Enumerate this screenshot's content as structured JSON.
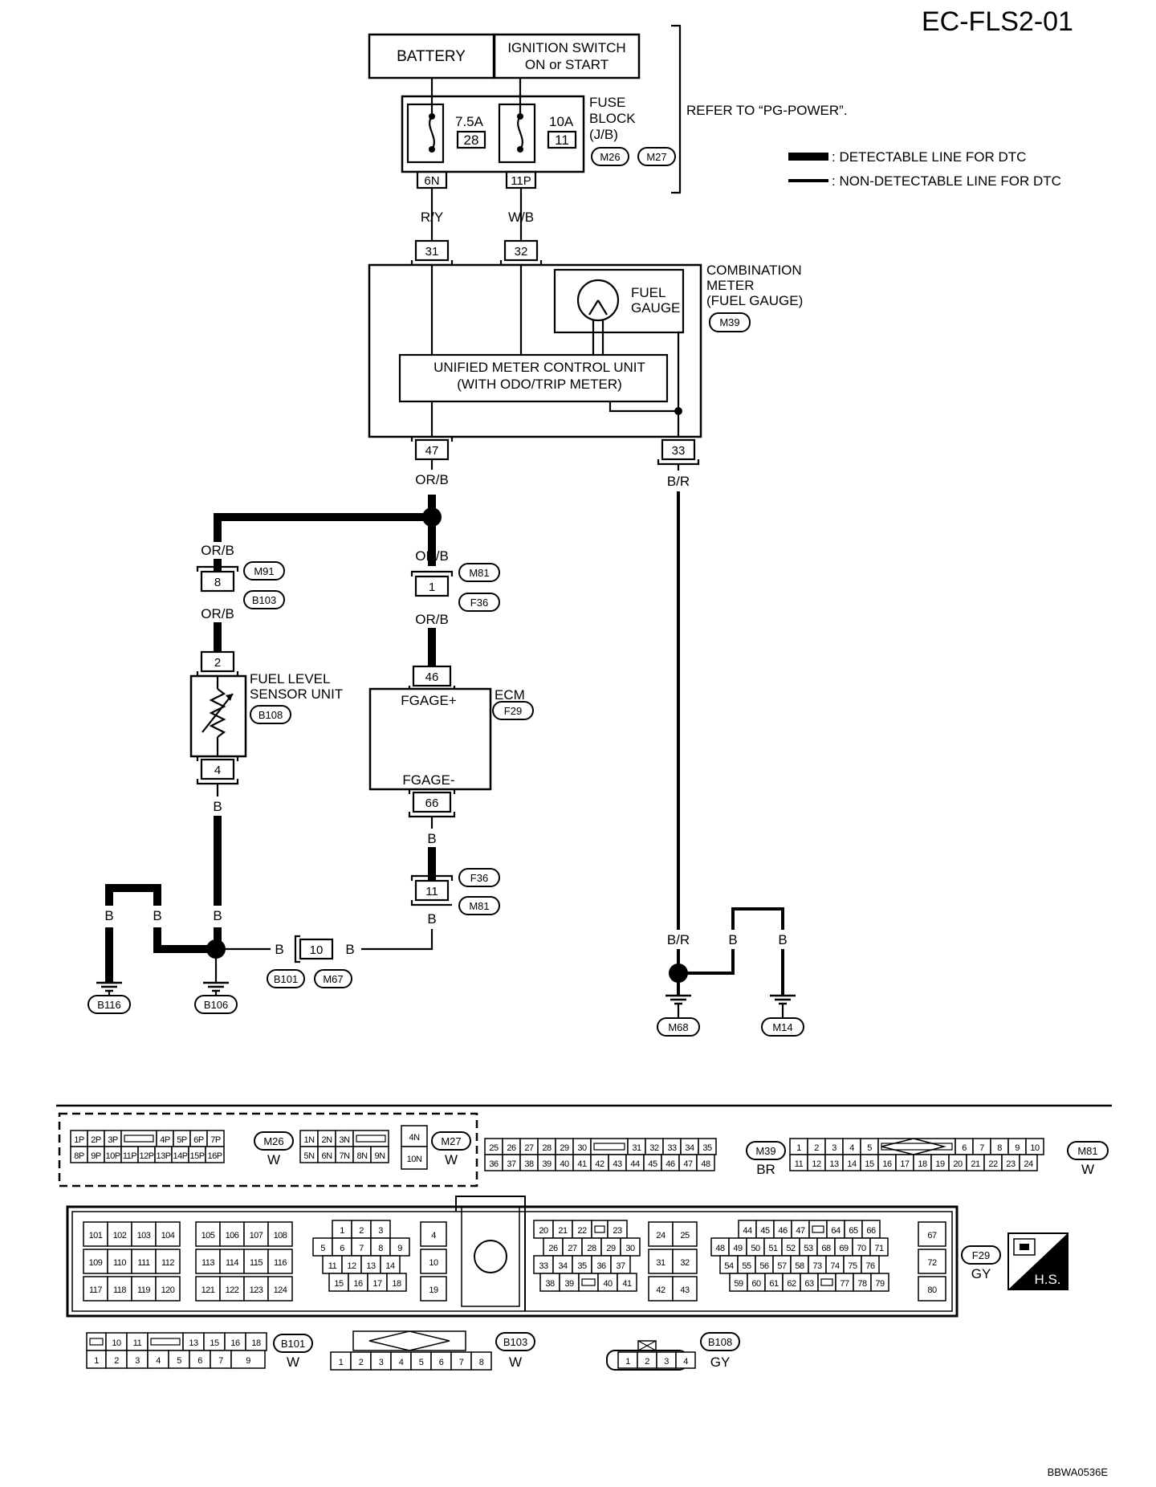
{
  "header": {
    "title": "EC-FLS2-01",
    "footer_code": "BBWA0536E"
  },
  "power": {
    "battery": "BATTERY",
    "ignition_line1": "IGNITION SWITCH",
    "ignition_line2": "ON or START",
    "fuse1_amp": "7.5A",
    "fuse1_no": "28",
    "fuse1_term": "6N",
    "fuse2_amp": "10A",
    "fuse2_no": "11",
    "fuse2_term": "11P",
    "fuse_block_line1": "FUSE",
    "fuse_block_line2": "BLOCK",
    "fuse_block_line3": "(J/B)",
    "fuse_conn1": "M26",
    "fuse_conn2": "M27",
    "refer": "REFER TO “PG-POWER”."
  },
  "legend": {
    "detectable": ": DETECTABLE LINE FOR DTC",
    "non_detectable": ": NON-DETECTABLE LINE FOR DTC"
  },
  "wires": {
    "ry": "R/Y",
    "wb": "W/B",
    "orb": "OR/B",
    "br": "B/R",
    "b": "B"
  },
  "meter": {
    "term31": "31",
    "term32": "32",
    "term47": "47",
    "term33": "33",
    "label_line1": "COMBINATION",
    "label_line2": "METER",
    "label_line3": "(FUEL GAUGE)",
    "connector": "M39",
    "gauge_line1": "FUEL",
    "gauge_line2": "GAUGE",
    "unit_line1": "UNIFIED METER CONTROL UNIT",
    "unit_line2": "(WITH ODO/TRIP METER)"
  },
  "joints": {
    "j8": "8",
    "j8_conn1": "M91",
    "j8_conn2": "B103",
    "j1": "1",
    "j1_conn1": "M81",
    "j1_conn2": "F36",
    "j11": "11",
    "j11_conn1": "F36",
    "j11_conn2": "M81",
    "j10": "10",
    "j10_conn1": "B101",
    "j10_conn2": "M67"
  },
  "sensor": {
    "term_top": "2",
    "term_bottom": "4",
    "line1": "FUEL LEVEL",
    "line2": "SENSOR UNIT",
    "connector": "B108"
  },
  "ecm": {
    "term_top": "46",
    "term_bottom": "66",
    "pin_top": "FGAGE+",
    "pin_bottom": "FGAGE-",
    "label": "ECM",
    "connector": "F29"
  },
  "grounds": {
    "g1": "B116",
    "g2": "B106",
    "g3": "M68",
    "g4": "M14"
  },
  "connectors": {
    "m26": {
      "id": "M26",
      "color": "W",
      "row1": [
        "1P",
        "2P",
        "3P",
        "",
        "4P",
        "5P",
        "6P",
        "7P"
      ],
      "row2": [
        "8P",
        "9P",
        "10P",
        "11P",
        "12P",
        "13P",
        "14P",
        "15P",
        "16P"
      ]
    },
    "m27": {
      "id": "M27",
      "color": "W",
      "row1": [
        "1N",
        "2N",
        "3N",
        ""
      ],
      "row2": [
        "5N",
        "6N",
        "7N",
        "8N",
        "9N"
      ],
      "side": [
        "4N",
        "10N"
      ]
    },
    "m39": {
      "id": "M39",
      "color": "BR",
      "row1": [
        "25",
        "26",
        "27",
        "28",
        "29",
        "30",
        "",
        "31",
        "32",
        "33",
        "34",
        "35"
      ],
      "row2": [
        "36",
        "37",
        "38",
        "39",
        "40",
        "41",
        "42",
        "43",
        "44",
        "45",
        "46",
        "47",
        "48"
      ]
    },
    "m81": {
      "id": "M81",
      "color": "W",
      "row1": [
        "1",
        "2",
        "3",
        "4",
        "5",
        "",
        "6",
        "7",
        "8",
        "9",
        "10"
      ],
      "row2": [
        "11",
        "12",
        "13",
        "14",
        "15",
        "16",
        "17",
        "18",
        "19",
        "20",
        "21",
        "22",
        "23",
        "24"
      ]
    },
    "f29": {
      "id": "F29",
      "color": "GY",
      "g1": [
        [
          "101",
          "102",
          "103",
          "104"
        ],
        [
          "109",
          "110",
          "111",
          "112"
        ],
        [
          "117",
          "118",
          "119",
          "120"
        ]
      ],
      "g2": [
        [
          "105",
          "106",
          "107",
          "108"
        ],
        [
          "113",
          "114",
          "115",
          "116"
        ],
        [
          "121",
          "122",
          "123",
          "124"
        ]
      ],
      "g3r1": [
        "1",
        "2",
        "3"
      ],
      "g3r2": [
        "5",
        "6",
        "7",
        "8",
        "9"
      ],
      "g3r3": [
        "11",
        "12",
        "13",
        "14"
      ],
      "g3r4": [
        "15",
        "16",
        "17",
        "18"
      ],
      "g4": [
        "4",
        "10",
        "19"
      ],
      "g5r1": [
        "20",
        "21",
        "22",
        "",
        "23"
      ],
      "g5r2": [
        "26",
        "27",
        "28",
        "29",
        "30"
      ],
      "g5r3": [
        "33",
        "34",
        "35",
        "36",
        "37"
      ],
      "g5r4": [
        "38",
        "39",
        "",
        "40",
        "41"
      ],
      "g6": [
        [
          "24",
          "25"
        ],
        [
          "31",
          "32"
        ],
        [
          "42",
          "43"
        ]
      ],
      "g7r1": [
        "44",
        "45",
        "46",
        "47",
        "",
        "64",
        "65",
        "66"
      ],
      "g7r2": [
        "48",
        "49",
        "50",
        "51",
        "52",
        "53",
        "68",
        "69",
        "70",
        "71"
      ],
      "g7r3": [
        "54",
        "55",
        "56",
        "57",
        "58",
        "73",
        "74",
        "75",
        "76"
      ],
      "g7r4": [
        "59",
        "60",
        "61",
        "62",
        "63",
        "",
        "77",
        "78",
        "79"
      ],
      "g8": [
        "67",
        "72",
        "80"
      ]
    },
    "b101": {
      "id": "B101",
      "color": "W",
      "row1": [
        "",
        "10",
        "11",
        "",
        "13",
        "15",
        "16",
        "18"
      ],
      "row2": [
        "1",
        "2",
        "3",
        "4",
        "5",
        "6",
        "7",
        "9"
      ]
    },
    "b103": {
      "id": "B103",
      "color": "W",
      "row2": [
        "1",
        "2",
        "3",
        "4",
        "5",
        "6",
        "7",
        "8"
      ]
    },
    "b108": {
      "id": "B108",
      "color": "GY",
      "row": [
        "1",
        "2",
        "3",
        "4"
      ]
    },
    "hs": "H.S."
  }
}
